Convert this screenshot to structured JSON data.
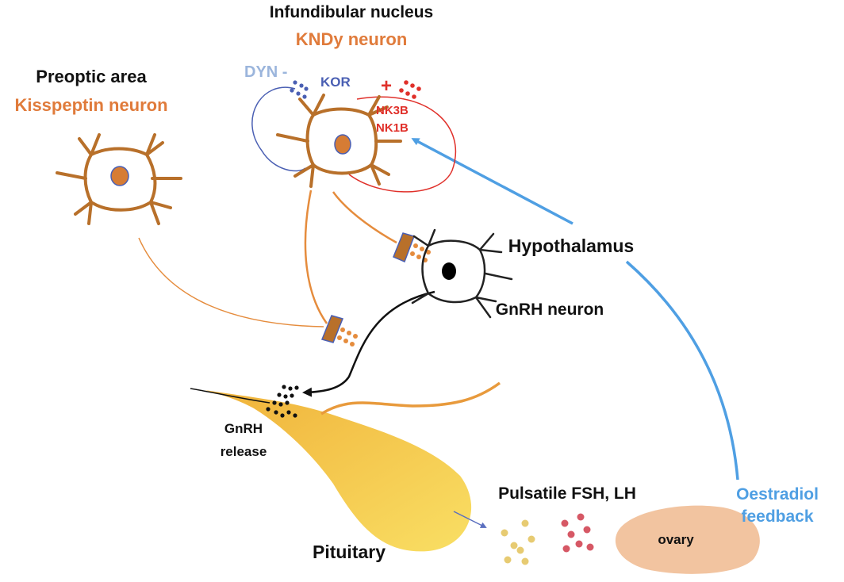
{
  "labels": {
    "infundibular_nucleus": "Infundibular nucleus",
    "kndy_neuron": "KNDy neuron",
    "preoptic_area": "Preoptic area",
    "kisspeptin_neuron": "Kisspeptin neuron",
    "dyn": "DYN -",
    "kor": "KOR",
    "plus": "+",
    "nk3b": "NK3B",
    "nk1b": "NK1B",
    "hypothalamus": "Hypothalamus",
    "gnrh_neuron": "GnRH neuron",
    "gnrh_release_line1": "GnRH",
    "gnrh_release_line2": "release",
    "pulsatile": "Pulsatile FSH, LH",
    "oestradiol_line1": "Oestradiol",
    "oestradiol_line2": "feedback",
    "ovary": "ovary",
    "pituitary": "Pituitary"
  },
  "colors": {
    "neuron_orange": "#b8702a",
    "title_orange": "#e07b3b",
    "dyn_lightblue": "#9bb5dc",
    "kor_blue": "#4a5fb3",
    "stimulatory_red": "#e0302a",
    "feedback_blue": "#4f9fe3",
    "ovary_fill": "#f2c4a0",
    "pituitary_fill": "#f3c23d",
    "fsh_dots": "#e3c35a",
    "lh_dots": "#cf3b4b",
    "black": "#111111"
  }
}
